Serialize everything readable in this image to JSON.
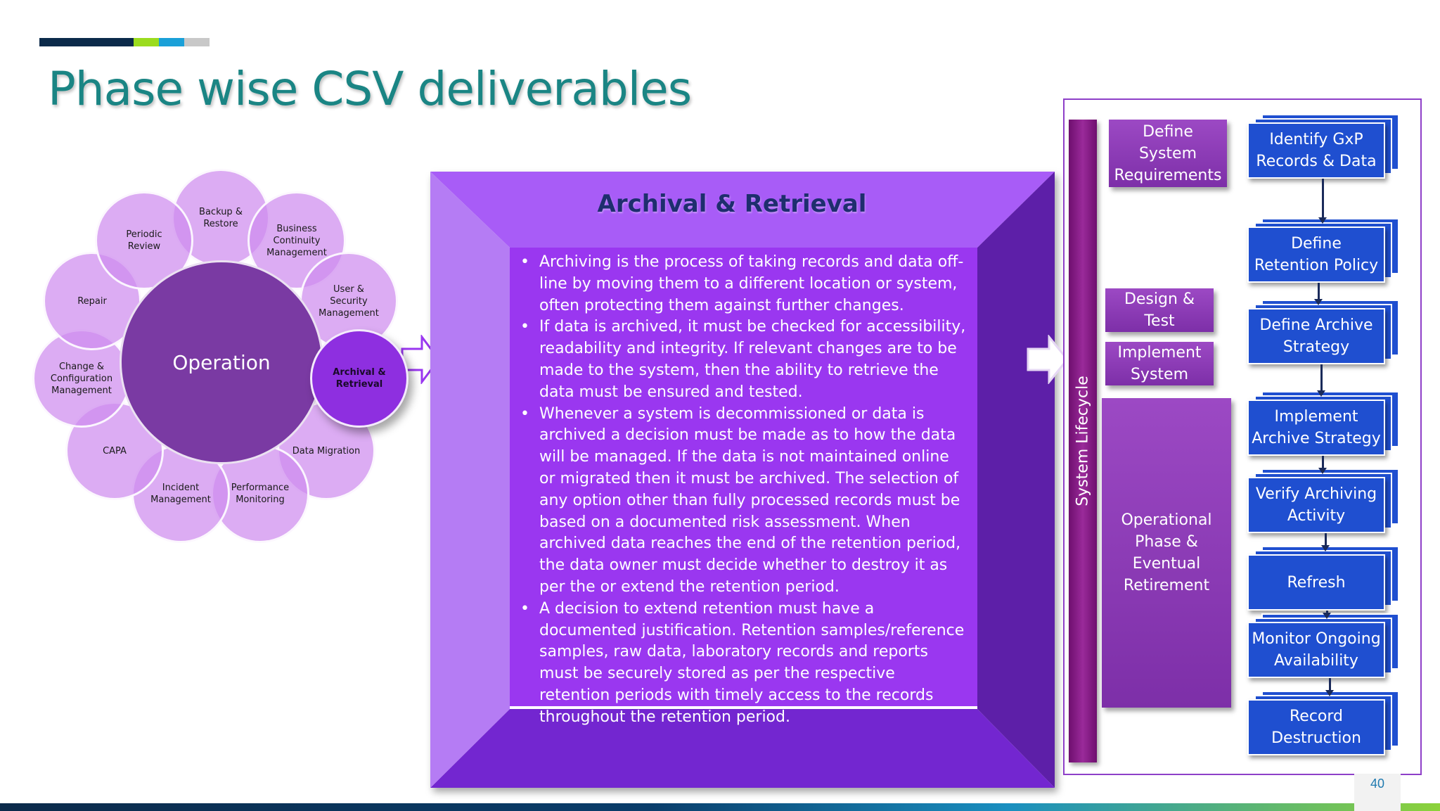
{
  "slide": {
    "title": "Phase wise CSV deliverables",
    "page_number": "40"
  },
  "colors": {
    "title": "#1a8584",
    "accent_purple": "#9a37f0",
    "center_circle": "#7a3aa3",
    "task_blue": "#1f4fd0",
    "top_bar": [
      "#0b2a4a",
      "#9bdc1e",
      "#1aa0d8",
      "#c8c8c8"
    ]
  },
  "diagram": {
    "center_label": "Operation",
    "petals": [
      {
        "label": "Backup &\nRestore"
      },
      {
        "label": "Business\nContinuity\nManagement"
      },
      {
        "label": "User &\nSecurity\nManagement"
      },
      {
        "label": "Archival &\nRetrieval",
        "active": true
      },
      {
        "label": "Data Migration"
      },
      {
        "label": "Performance\nMonitoring"
      },
      {
        "label": "Incident\nManagement"
      },
      {
        "label": "CAPA"
      },
      {
        "label": "Change &\nConfiguration\nManagement"
      },
      {
        "label": "Repair"
      },
      {
        "label": "Periodic\nReview"
      }
    ]
  },
  "detail": {
    "title": "Archival & Retrieval",
    "bullets": [
      "Archiving is the process of taking records and data off-line by moving them to a different location or system, often protecting them against further changes.",
      "If data is archived, it must be checked for accessibility, readability and integrity. If relevant changes are to be made to the system, then the ability to retrieve the data must be ensured and tested.",
      "Whenever a system is decommissioned or data is archived a decision must be made as to how the data will be managed. If the data is not maintained online or migrated then it must be archived. The selection of any option other than fully processed records must be based on a documented risk assessment. When archived data reaches the end of the retention period, the data owner must decide whether to destroy it as per the or extend the retention period.",
      "A decision to extend retention must have a documented justification. Retention samples/reference samples, raw data, laboratory records and reports must be securely stored as per the respective retention periods with timely access to the records throughout the retention period."
    ]
  },
  "lifecycle": {
    "label": "System Lifecycle",
    "phases": [
      {
        "label": "Define System\nRequirements"
      },
      {
        "label": "Design &\nTest"
      },
      {
        "label": "Implement\nSystem"
      },
      {
        "label": "Operational\nPhase &\nEventual\nRetirement"
      }
    ],
    "tasks": [
      {
        "label": "Identify GxP\nRecords & Data"
      },
      {
        "label": "Define\nRetention Policy"
      },
      {
        "label": "Define Archive\nStrategy"
      },
      {
        "label": "Implement\nArchive Strategy"
      },
      {
        "label": "Verify Archiving\nActivity"
      },
      {
        "label": "Refresh"
      },
      {
        "label": "Monitor Ongoing\nAvailability"
      },
      {
        "label": "Record\nDestruction"
      }
    ]
  }
}
